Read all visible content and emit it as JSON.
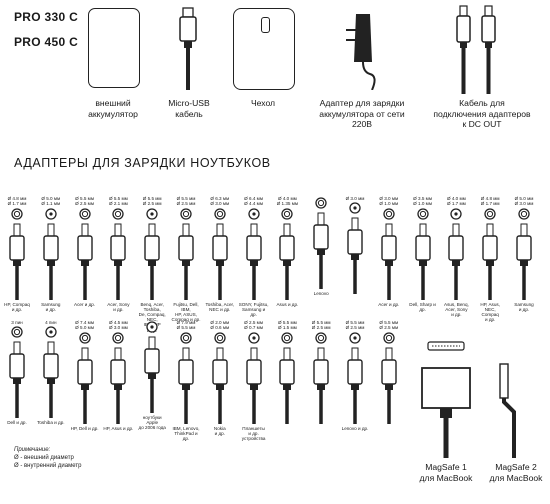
{
  "models": [
    "PRO 330 C",
    "PRO 450 C"
  ],
  "accessories": [
    {
      "label": "внешний\nаккумулятор"
    },
    {
      "label": "Micro-USB\nкабель"
    },
    {
      "label": "Чехол"
    },
    {
      "label": "Адаптер для зарядки\nаккумулятора от сети\n220В"
    },
    {
      "label": "Кабель для\nподключения адаптеров\nк DC OUT"
    }
  ],
  "section_title": "АДАПТЕРЫ ДЛЯ ЗАРЯДКИ НОУТБУКОВ",
  "row1": [
    {
      "dim": "Ø 4.8 мм\nØ 1.7 мм",
      "label": "HP, Compaq\nи др."
    },
    {
      "dim": "Ø 5.0 мм\nØ 1.1 мм",
      "label": "Samsung\nи др."
    },
    {
      "dim": "Ø 5.5 мм\nØ 2.5 мм",
      "label": "Acer и др."
    },
    {
      "dim": "Ø 5.5 мм\nØ 2.1 мм",
      "label": "Acer, Sony\nи др."
    },
    {
      "dim": "Ø 5.5 мм\nØ 2.5 мм",
      "label": "Benq, Acer, Toshiba,\nDe, Compaq, NEC,\nIBM, HP\nи др."
    },
    {
      "dim": "Ø 5.5 мм\nØ 2.5 мм",
      "label": "Fujitsu, Dell, IBM,\nHP, ASUS,\nCompaq и др."
    },
    {
      "dim": "Ø 6.3 мм\nØ 3.0 мм",
      "label": "Toshiba, Acer,\nNEC и др."
    },
    {
      "dim": "Ø 6.4 мм\nØ 4.4 мм",
      "label": "SONY, Fujitsu,\nSamsung и др."
    },
    {
      "dim": "Ø 4.0 мм\nØ 1.35 мм",
      "label": "Asus и др."
    },
    {
      "dim": "",
      "label": "Lenovo"
    },
    {
      "dim": "Ø 3.0 мм",
      "label": ""
    },
    {
      "dim": "Ø 3.0 мм\nØ 1.0 мм",
      "label": "Acer и др."
    },
    {
      "dim": "Ø 3.5 мм\nØ 1.0 мм",
      "label": "Dell, Sharp и др."
    },
    {
      "dim": "Ø 4.0 мм\nØ 1.7 мм",
      "label": "Asus, Benq,\nAcer, Sony\nи др."
    },
    {
      "dim": "Ø 4.8 мм\nØ 1.7 мм",
      "label": "HP, Asus, NEC,\nCompaq\nи др."
    },
    {
      "dim": "Ø 5.0 мм\nØ 3.0 мм",
      "label": "Samsung\nи др."
    }
  ],
  "row2": [
    {
      "dim": "3 пин",
      "label": "Dell и др."
    },
    {
      "dim": "4 пин",
      "label": "Toshiba и др."
    },
    {
      "dim": "Ø 7.4 мм\nØ 5.0 мм",
      "label": "HP, Dell и др."
    },
    {
      "dim": "Ø 4.5 мм\nØ 3.0 мм",
      "label": "HP, Asus и др."
    },
    {
      "dim": "",
      "label": "ноутбуки Apple\nдо 2006 года"
    },
    {
      "dim": "Ø 7.9 мм\nØ 5.5 мм",
      "label": "IBM, Lenovo,\nThinkPad и\nдр."
    },
    {
      "dim": "Ø 2.0 мм\nØ 0.6 мм",
      "label": "Nokia\nи др."
    },
    {
      "dim": "Ø 2.5 мм\nØ 0.7 мм",
      "label": "Планшеты\nи др.\nустройства"
    },
    {
      "dim": "Ø 5.5 мм\nØ 1.5 мм",
      "label": ""
    },
    {
      "dim": "Ø 5.5 мм\nØ 2.5 мм",
      "label": ""
    },
    {
      "dim": "Ø 5.5 мм\nØ 2.5 мм",
      "label": "Lenovo и др."
    },
    {
      "dim": "Ø 5.5 мм\nØ 2.5 мм",
      "label": ""
    }
  ],
  "magsafe": [
    {
      "label": "MagSafe 1\nдля MacBook"
    },
    {
      "label": "MagSafe 2\nдля MacBook"
    }
  ],
  "note": {
    "title": "Примечание:",
    "outer": "Ø - внешний диаметр",
    "inner": "Ø - внутренний диаметр"
  }
}
